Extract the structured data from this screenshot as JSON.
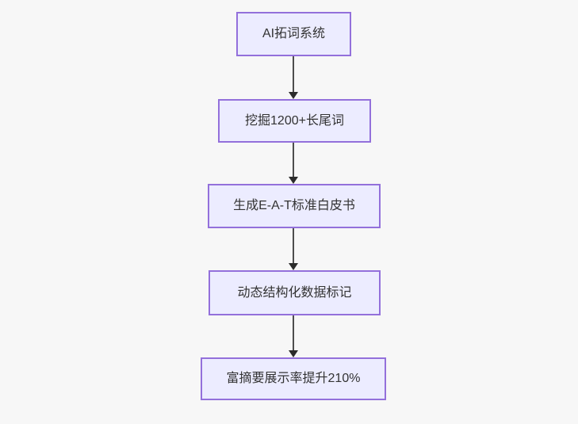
{
  "diagram": {
    "type": "flowchart",
    "direction": "top-down",
    "nodes": [
      {
        "id": "n1",
        "label": "AI拓词系统"
      },
      {
        "id": "n2",
        "label": "挖掘1200+长尾词"
      },
      {
        "id": "n3",
        "label": "生成E-A-T标准白皮书"
      },
      {
        "id": "n4",
        "label": "动态结构化数据标记"
      },
      {
        "id": "n5",
        "label": "富摘要展示率提升210%"
      }
    ],
    "edges": [
      {
        "from": "n1",
        "to": "n2"
      },
      {
        "from": "n2",
        "to": "n3"
      },
      {
        "from": "n3",
        "to": "n4"
      },
      {
        "from": "n4",
        "to": "n5"
      }
    ]
  },
  "colors": {
    "background": "#f7f7f7",
    "node-fill": "#ececff",
    "node-border": "#9370db",
    "node-text": "#333333",
    "edge-line": "#4d4d4d",
    "arrowhead": "#2b2b2b"
  }
}
